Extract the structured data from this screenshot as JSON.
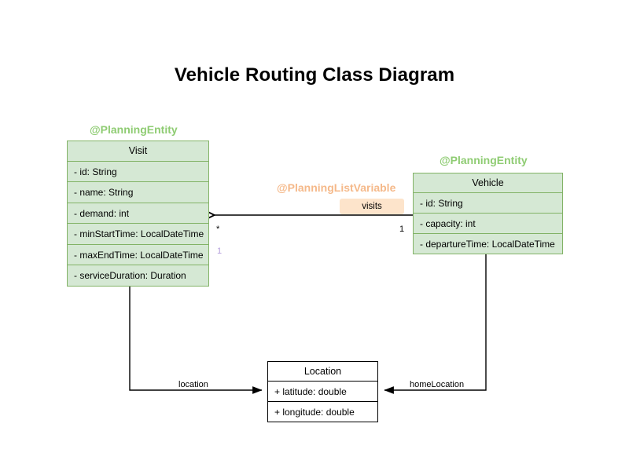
{
  "diagram": {
    "title": "Vehicle Routing Class Diagram",
    "type": "uml-class-diagram",
    "colors": {
      "entity_fill": "#d5e8d4",
      "entity_border": "#82b366",
      "entity_annotation": "#8fcc73",
      "list_variable_annotation": "#f5b98a",
      "association_label_fill": "#fde4cb",
      "plain_fill": "#ffffff",
      "plain_border": "#000000",
      "muted_multiplicity": "#b39ddb",
      "edge": "#000000",
      "background": "#ffffff"
    }
  },
  "classes": {
    "visit": {
      "annotation": "@PlanningEntity",
      "name": "Visit",
      "attributes": [
        "- id: String",
        "- name: String",
        "- demand: int",
        "- minStartTime: LocalDateTime",
        "- maxEndTime: LocalDateTime",
        "- serviceDuration: Duration"
      ]
    },
    "vehicle": {
      "annotation": "@PlanningEntity",
      "name": "Vehicle",
      "attributes": [
        "- id: String",
        "- capacity: int",
        "- departureTime: LocalDateTime"
      ]
    },
    "location": {
      "name": "Location",
      "attributes": [
        "+ latitude: double",
        "+ longitude: double"
      ]
    }
  },
  "associations": {
    "visits": {
      "annotation": "@PlanningListVariable",
      "label": "visits",
      "source": "Vehicle",
      "target": "Visit",
      "source_multiplicity": "1",
      "target_multiplicity": "*",
      "extra_multiplicity": "1"
    },
    "location": {
      "label": "location",
      "source": "Visit",
      "target": "Location"
    },
    "home_location": {
      "label": "homeLocation",
      "source": "Vehicle",
      "target": "Location"
    }
  }
}
